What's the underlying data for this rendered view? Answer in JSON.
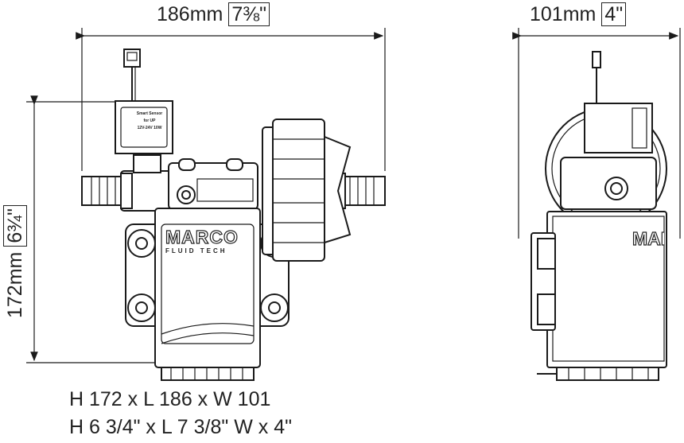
{
  "dimensions": {
    "length": {
      "metric": "186mm",
      "imperial": "7⅜\""
    },
    "width": {
      "metric": "101mm",
      "imperial": "4\""
    },
    "height": {
      "metric": "172mm",
      "imperial": "6¾\""
    }
  },
  "caption": {
    "metric_line": "H 172 x L 186 x W 101",
    "imperial_line": "H 6 3/4\" x L 7 3/8\" W x 4\""
  },
  "labels": {
    "brand": "MARCO",
    "brand_sub": "FLUID TECH",
    "sensor_label": [
      "Smart Sensor",
      "for UP",
      "12V-24V 10W"
    ]
  }
}
